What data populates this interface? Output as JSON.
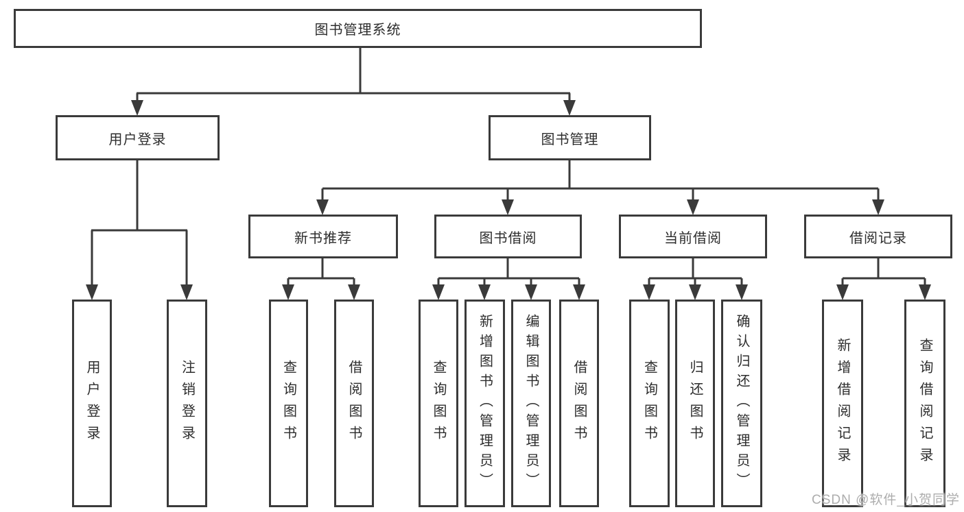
{
  "diagram_title": "图书管理系统",
  "tree": {
    "label": "图书管理系统",
    "children": [
      {
        "label": "用户登录",
        "children": [
          {
            "label": "用户登录"
          },
          {
            "label": "注销登录"
          }
        ]
      },
      {
        "label": "图书管理",
        "children": [
          {
            "label": "新书推荐",
            "children": [
              {
                "label": "查询图书"
              },
              {
                "label": "借阅图书"
              }
            ]
          },
          {
            "label": "图书借阅",
            "children": [
              {
                "label": "查询图书"
              },
              {
                "label": "新增图书（管理员）"
              },
              {
                "label": "编辑图书（管理员）"
              },
              {
                "label": "借阅图书"
              }
            ]
          },
          {
            "label": "当前借阅",
            "children": [
              {
                "label": "查询图书"
              },
              {
                "label": "归还图书"
              },
              {
                "label": "确认归还（管理员）"
              }
            ]
          },
          {
            "label": "借阅记录",
            "children": [
              {
                "label": "新增借阅记录"
              },
              {
                "label": "查询借阅记录"
              }
            ]
          }
        ]
      }
    ]
  },
  "watermark": "CSDN @软件_小贺同学",
  "colors": {
    "line": "#3a3a3a",
    "box_border": "#3a3a3a",
    "text": "#2d2d2d",
    "background": "#ffffff",
    "watermark": "#adadad"
  }
}
